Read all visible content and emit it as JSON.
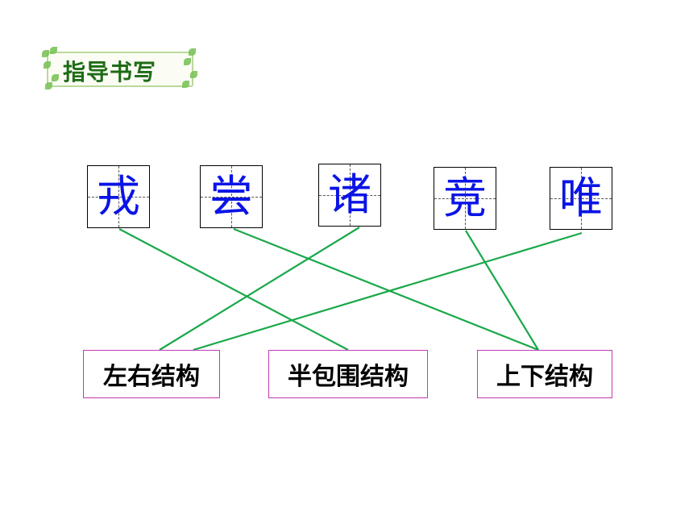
{
  "banner": {
    "title": "指导书写"
  },
  "characters": [
    "戎",
    "尝",
    "诸",
    "竞",
    "唯"
  ],
  "categories": [
    "左右结构",
    "半包围结构",
    "上下结构"
  ],
  "colors": {
    "character": "#0b14e6",
    "line": "#1aa84a",
    "category_border": "#c23bb2",
    "banner_text": "#1f6b16"
  }
}
